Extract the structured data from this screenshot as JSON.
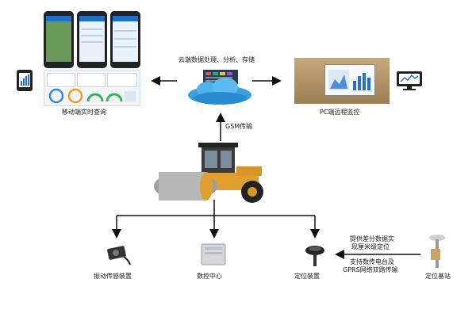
{
  "diagram": {
    "cloud_label": "云端数据处理、分析、存储",
    "mobile_label": "移动端实时查询",
    "pc_label": "PC端远程监控",
    "gsm_label": "GSM传输",
    "vibration_label": "振动传感装置",
    "control_label": "数控中心",
    "positioning_label": "定位装置",
    "base_label": "定位基站",
    "diff_label_1": "提供差分数据实",
    "diff_label_2": "现厘米级定位",
    "radio_label_1": "支持数传电台及",
    "radio_label_2": "GPRS网络双路传输"
  },
  "colors": {
    "arrow": "#111111",
    "cloud": "#3aa0e0",
    "roller_body": "#e0a030",
    "drum": "#b8b8b8"
  }
}
